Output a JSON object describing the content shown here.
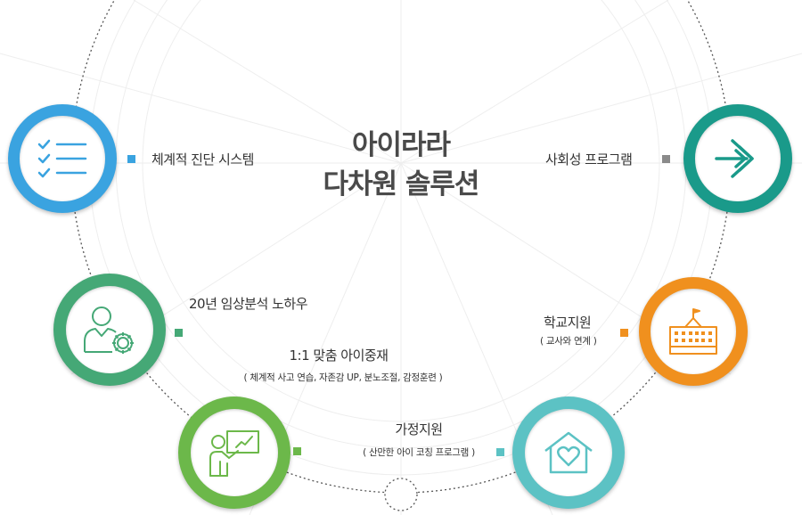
{
  "title": {
    "line1": "아이라라",
    "line2": "다차원 솔루션"
  },
  "items": {
    "diagnosis": {
      "label": "체계적 진단 시스템",
      "color": "#3aa3e0",
      "icon": "checklist-icon"
    },
    "social": {
      "label": "사회성 프로그램",
      "color": "#1a9a8a",
      "icon": "enter-arrow-icon"
    },
    "knowhow": {
      "label": "20년 임상분석 노하우",
      "color": "#45a876",
      "icon": "person-gear-icon"
    },
    "school": {
      "label": "학교지원",
      "sub": "( 교사와 연계 )",
      "color": "#f0901e",
      "icon": "school-building-icon"
    },
    "mediation": {
      "label": "1:1 맞춤 아이중재",
      "sub": "( 체계적 사고 연습, 자존감 UP, 분노조절, 감정훈련 )",
      "color": "#6cb84a",
      "icon": "teacher-board-icon"
    },
    "family": {
      "label": "가정지원",
      "sub": "( 산만한 아이 코칭 프로그램 )",
      "color": "#5cc2c4",
      "icon": "home-heart-icon"
    }
  }
}
